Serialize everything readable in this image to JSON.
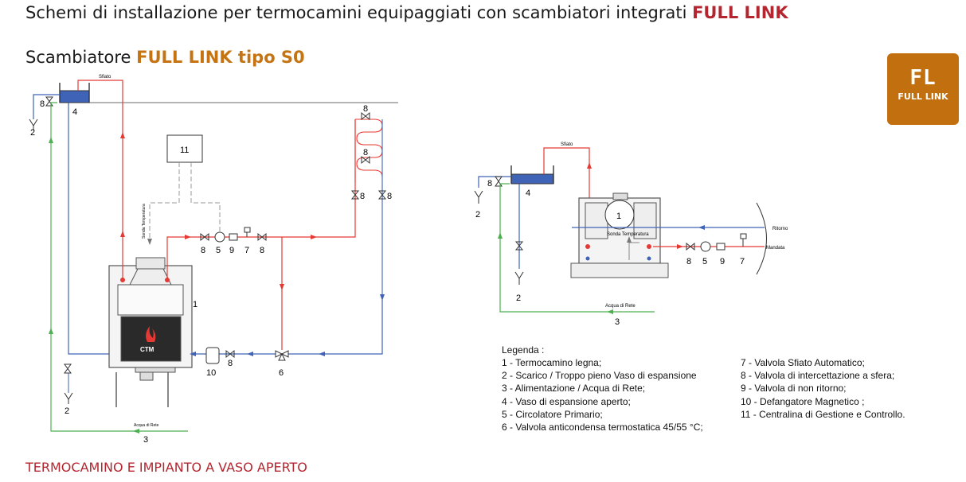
{
  "header": {
    "title_prefix": "Schemi di installazione per termocamini equipaggiati con scambiatori integrati ",
    "title_highlight": "FULL LINK"
  },
  "subheader": {
    "prefix": "Scambiatore ",
    "highlight": "FULL LINK tipo S0"
  },
  "badge": {
    "logo": "FL",
    "text": "FULL LINK",
    "color": "#c2700f"
  },
  "footer": {
    "text": "TERMOCAMINO E IMPIANTO A VASO APERTO"
  },
  "colors": {
    "red": "#e53935",
    "blue": "#3f63b6",
    "green": "#4caf50",
    "accent_red": "#b3262f",
    "accent_orange": "#c47412"
  },
  "diagram_left": {
    "labels": {
      "sfiato": "Sfiato",
      "acqua": "Acqua di Rete",
      "sonda": "Sonda Temperatura",
      "brand": "CTM",
      "n1": "1",
      "n2": "2",
      "n2b": "2",
      "n3": "3",
      "n4": "4",
      "n5": "5",
      "n6": "6",
      "n7": "7",
      "n8a": "8",
      "n8b": "8",
      "n8c": "8",
      "n8d": "8",
      "n8e": "8",
      "n8f": "8",
      "n8g": "8",
      "n9": "9",
      "n10": "10",
      "n11": "11"
    }
  },
  "diagram_right": {
    "labels": {
      "sfiato": "Sfiato",
      "acqua": "Acqua di Rete",
      "sonda": "Sonda Temperatura",
      "ritorno": "Ritorno",
      "mandata": "Mandata",
      "n1": "1",
      "n2": "2",
      "n2b": "2",
      "n3": "3",
      "n4": "4",
      "n5": "5",
      "n7": "7",
      "n8a": "8",
      "n8b": "8",
      "n9": "9"
    }
  },
  "legend": {
    "title": "Legenda :",
    "items_left": [
      "1 - Termocamino legna;",
      "2 - Scarico / Troppo pieno Vaso di espansione",
      "3 - Alimentazione / Acqua di Rete;",
      "4 - Vaso di espansione aperto;",
      "5 - Circolatore Primario;",
      "6 - Valvola anticondensa termostatica 45/55 °C;"
    ],
    "items_right": [
      "7 - Valvola Sfiato Automatico;",
      "8 - Valvola di intercettazione a sfera;",
      "9 - Valvola di non ritorno;",
      "10 - Defangatore Magnetico ;",
      "11 - Centralina di Gestione e Controllo."
    ]
  }
}
